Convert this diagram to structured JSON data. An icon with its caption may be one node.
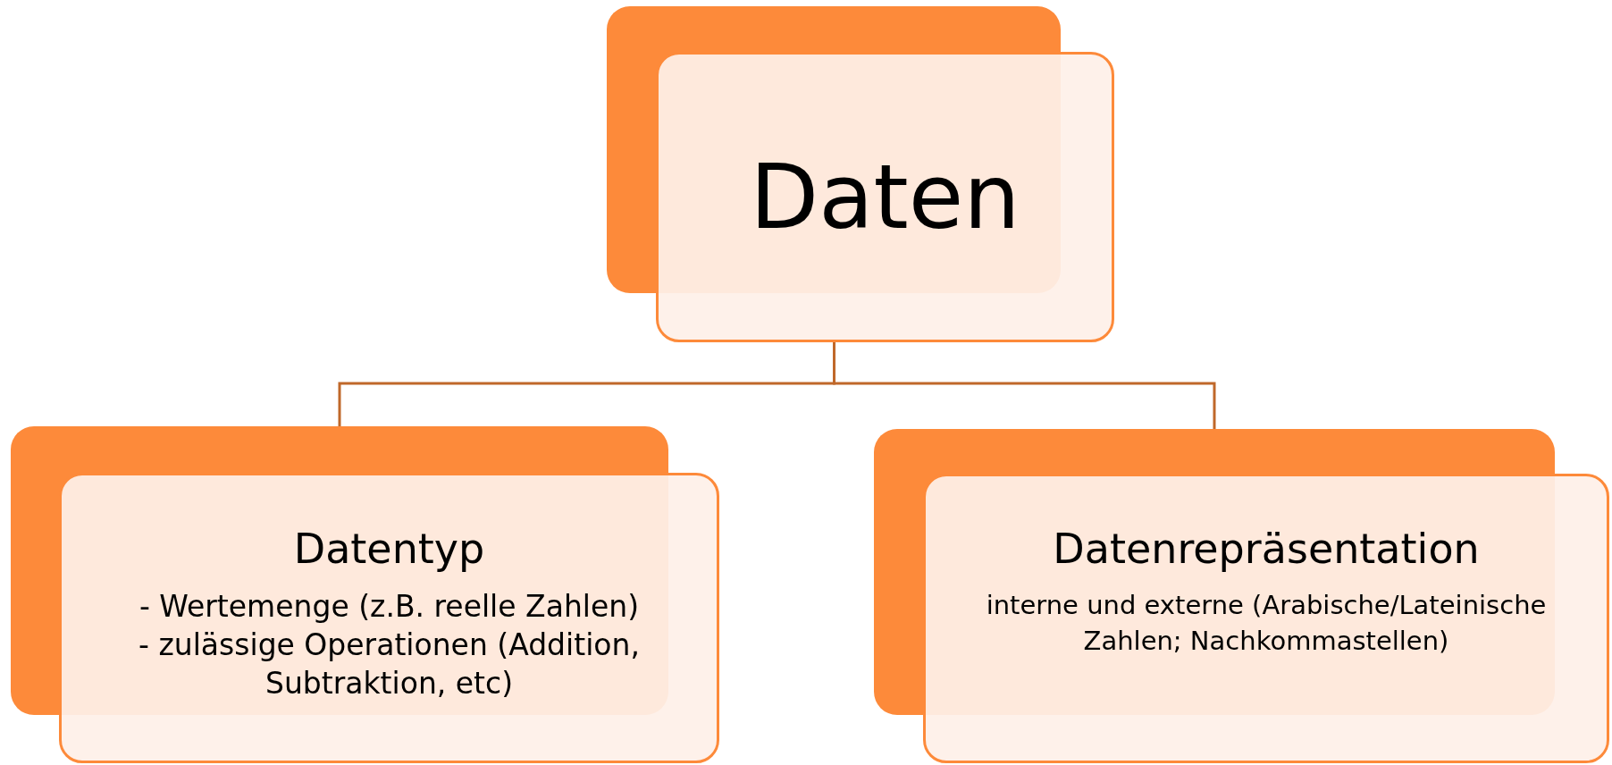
{
  "diagram": {
    "nodes": [
      {
        "text": [
          "Daten"
        ]
      },
      {
        "text": [
          "Datentyp",
          "- Wertemenge (z.B. reelle Zahlen)",
          "- zulässige Operationen (Addition, Subtraktion, etc)"
        ]
      },
      {
        "text": [
          "Datenrepräsentation",
          "interne und externe (Arabische/Lateinische Zahlen; Nachkommastellen)"
        ]
      }
    ],
    "edges": [
      {
        "from": 0,
        "to": 1,
        "arrow": "none"
      },
      {
        "from": 0,
        "to": 2,
        "arrow": "none"
      }
    ]
  }
}
